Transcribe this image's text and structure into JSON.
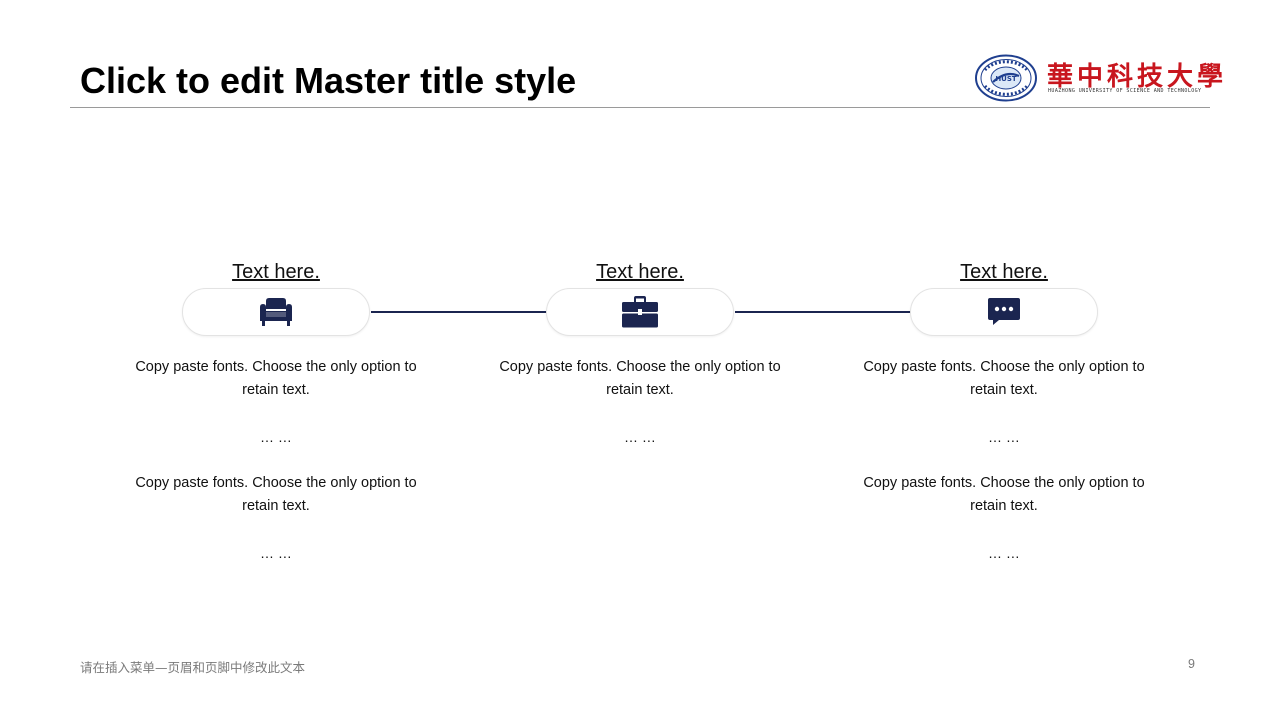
{
  "slide": {
    "title": "Click to edit Master title style",
    "logo": {
      "cn_name": "華中科技大學",
      "en_name": "HUAZHONG UNIVERSITY OF SCIENCE AND TECHNOLOGY",
      "seal_text": "HUST"
    },
    "accent_color": "#1b2550",
    "columns": [
      {
        "heading": "Text here.",
        "icon": "sofa-icon",
        "para1": "Copy paste fonts. Choose the only option to retain text.",
        "ellipsis1": "… …",
        "para2": "Copy paste fonts. Choose the only option to retain text.",
        "ellipsis2": "… …"
      },
      {
        "heading": "Text here.",
        "icon": "briefcase-icon",
        "para1": "Copy paste fonts. Choose the only option to retain text.",
        "ellipsis1": "… …"
      },
      {
        "heading": "Text here.",
        "icon": "chat-bubble-icon",
        "para1": "Copy paste fonts. Choose the only option to retain text.",
        "ellipsis1": "… …",
        "para2": "Copy paste fonts. Choose the only option to retain text.",
        "ellipsis2": "… …"
      }
    ],
    "footer_text": "请在插入菜单—页眉和页脚中修改此文本",
    "page_number": "9"
  }
}
